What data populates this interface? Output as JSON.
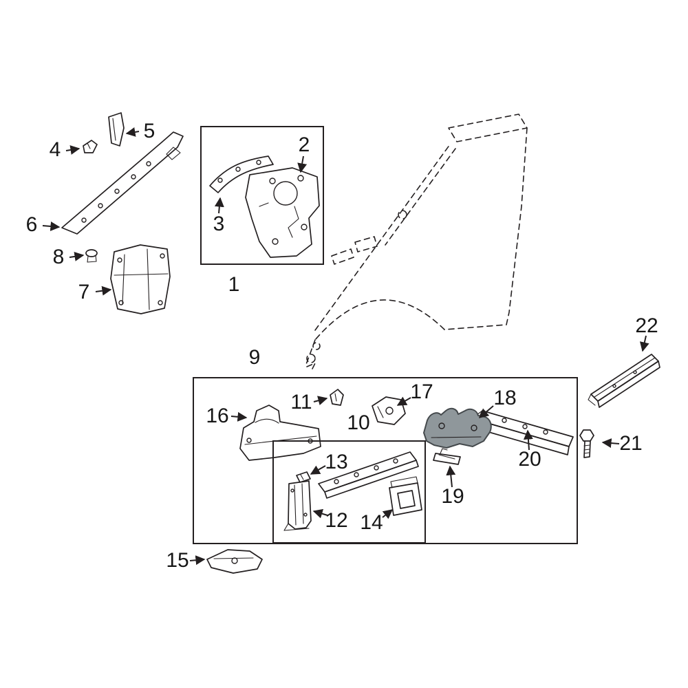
{
  "diagram": {
    "kind": "automotive-fender-parts-diagram",
    "background": "#ffffff",
    "line_color": "#231f20",
    "highlight_fill": "#8f979b",
    "highlight_stroke": "#44494c",
    "highlighted_callout": "18"
  },
  "callouts": [
    {
      "label": "1"
    },
    {
      "label": "2"
    },
    {
      "label": "3"
    },
    {
      "label": "4"
    },
    {
      "label": "5"
    },
    {
      "label": "6"
    },
    {
      "label": "7"
    },
    {
      "label": "8"
    },
    {
      "label": "9"
    },
    {
      "label": "10"
    },
    {
      "label": "11"
    },
    {
      "label": "12"
    },
    {
      "label": "13"
    },
    {
      "label": "14"
    },
    {
      "label": "15"
    },
    {
      "label": "16"
    },
    {
      "label": "17"
    },
    {
      "label": "18"
    },
    {
      "label": "19"
    },
    {
      "label": "20"
    },
    {
      "label": "21"
    },
    {
      "label": "22"
    }
  ]
}
